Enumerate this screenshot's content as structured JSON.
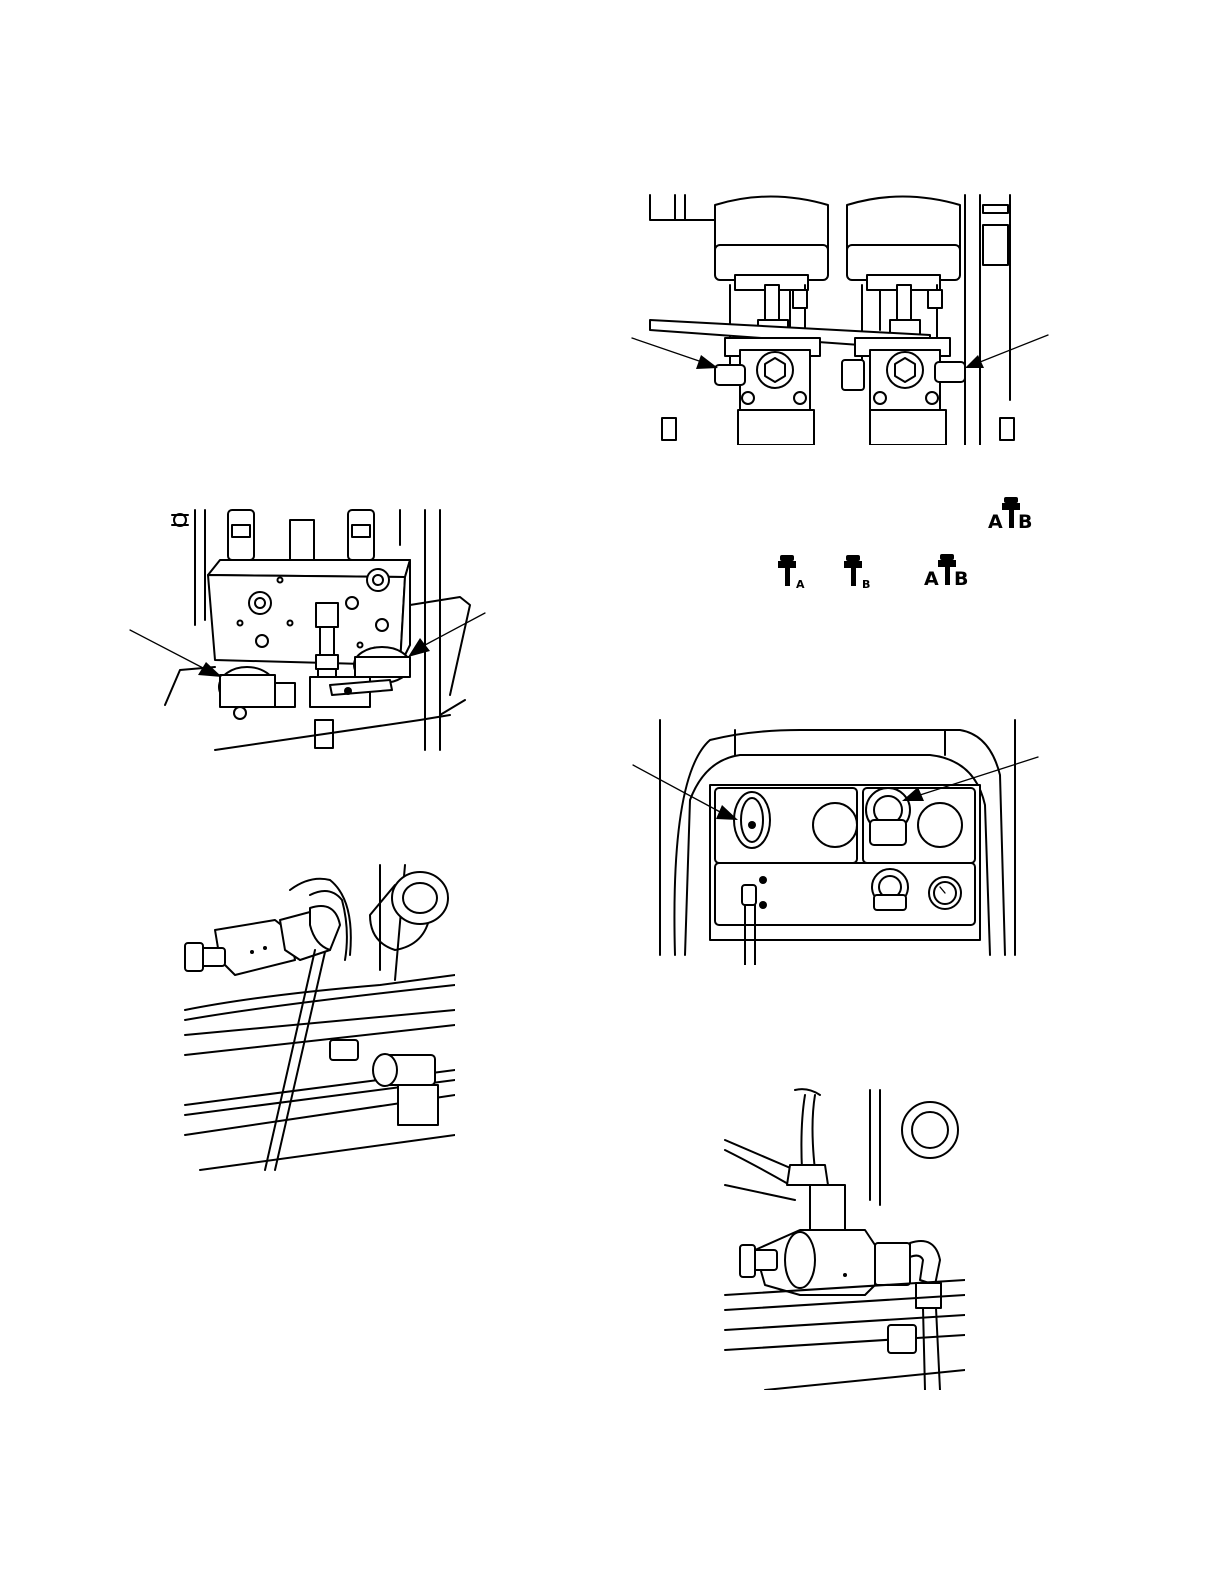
{
  "symbols": {
    "ab_symbol_top": {
      "left": "A",
      "right": "B"
    },
    "a_symbol": {
      "letter": "A"
    },
    "b_symbol": {
      "letter": "B"
    },
    "ab_symbol": {
      "left": "A",
      "right": "B"
    }
  },
  "figures": {
    "fluid_manifold": {
      "callouts": 2
    },
    "pump_lowers": {
      "callouts": 2
    },
    "valve_left": {
      "callouts": 0
    },
    "control_panel": {
      "callouts": 2
    },
    "valve_right": {
      "callouts": 0
    }
  },
  "icons": [
    "fluid-manifold-illustration",
    "pump-illustration",
    "valve-illustration",
    "control-panel-illustration",
    "gun-symbol-icon"
  ]
}
